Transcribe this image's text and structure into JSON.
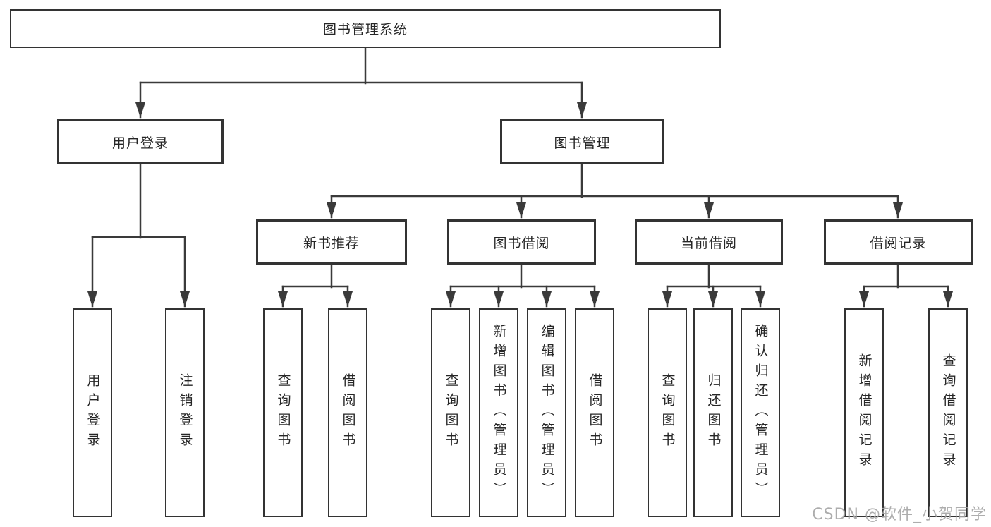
{
  "diagram": {
    "root": {
      "label": "图书管理系统"
    },
    "user_login": {
      "label": "用户登录",
      "children": [
        {
          "label": "用户登录"
        },
        {
          "label": "注销登录"
        }
      ]
    },
    "book_management": {
      "label": "图书管理",
      "groups": [
        {
          "label": "新书推荐",
          "children": [
            {
              "label": "查询图书"
            },
            {
              "label": "借阅图书"
            }
          ]
        },
        {
          "label": "图书借阅",
          "children": [
            {
              "label": "查询图书"
            },
            {
              "label": "新增图书（管理员）"
            },
            {
              "label": "编辑图书（管理员）"
            },
            {
              "label": "借阅图书"
            }
          ]
        },
        {
          "label": "当前借阅",
          "children": [
            {
              "label": "查询图书"
            },
            {
              "label": "归还图书"
            },
            {
              "label": "确认归还（管理员）"
            }
          ]
        },
        {
          "label": "借阅记录",
          "children": [
            {
              "label": "新增借阅记录"
            },
            {
              "label": "查询借阅记录"
            }
          ]
        }
      ]
    },
    "watermark": "CSDN @软件_小贺同学",
    "colors": {
      "line": "#3a3a3a",
      "text": "#262626",
      "background": "#ffffff",
      "watermark": "#a4a4a4"
    }
  }
}
